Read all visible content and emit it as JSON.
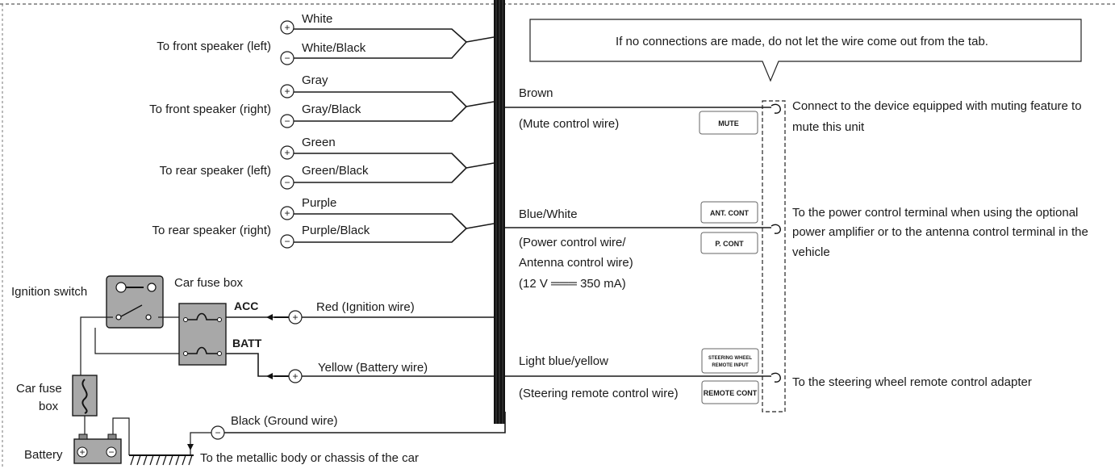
{
  "note": "If no connections are made, do not let the wire come out from the tab.",
  "speakers": [
    {
      "target": "To front speaker (left)",
      "plus_wire": "White",
      "minus_wire": "White/Black"
    },
    {
      "target": "To front speaker (right)",
      "plus_wire": "Gray",
      "minus_wire": "Gray/Black"
    },
    {
      "target": "To rear speaker (left)",
      "plus_wire": "Green",
      "minus_wire": "Green/Black"
    },
    {
      "target": "To rear speaker (right)",
      "plus_wire": "Purple",
      "minus_wire": "Purple/Black"
    }
  ],
  "power": {
    "ignition_switch": "Ignition switch",
    "car_fuse_box_top": "Car fuse box",
    "car_fuse_box_left_1": "Car fuse",
    "car_fuse_box_left_2": "box",
    "battery": "Battery",
    "acc": "ACC",
    "batt": "BATT",
    "red_wire": "Red (Ignition wire)",
    "yellow_wire": "Yellow (Battery wire)",
    "black_wire": "Black (Ground wire)",
    "ground_target": "To the metallic body or chassis of the car"
  },
  "symbols": {
    "plus": "+",
    "minus": "−"
  },
  "right_wires": {
    "brown": "Brown",
    "brown_desc": "(Mute control wire)",
    "mute_tag": "MUTE",
    "mute_desc_1": "Connect to the device equipped with muting feature to",
    "mute_desc_2": "mute this unit",
    "blue_white": "Blue/White",
    "blue_desc_1": "(Power control wire/",
    "blue_desc_2": "Antenna control wire)",
    "blue_desc_3": "(12 V ═══ 350 mA)",
    "ant_tag": "ANT. CONT",
    "pcont_tag": "P. CONT",
    "power_desc_1": "To the power control terminal when using the optional",
    "power_desc_2": "power amplifier or to the antenna control terminal in the",
    "power_desc_3": "vehicle",
    "light_blue": "Light blue/yellow",
    "light_blue_desc": "(Steering remote control wire)",
    "steering_tag_1": "STEERING WHEEL",
    "steering_tag_2": "REMOTE INPUT",
    "remote_tag": "REMOTE CONT",
    "steering_desc": "To the steering wheel remote control adapter"
  }
}
